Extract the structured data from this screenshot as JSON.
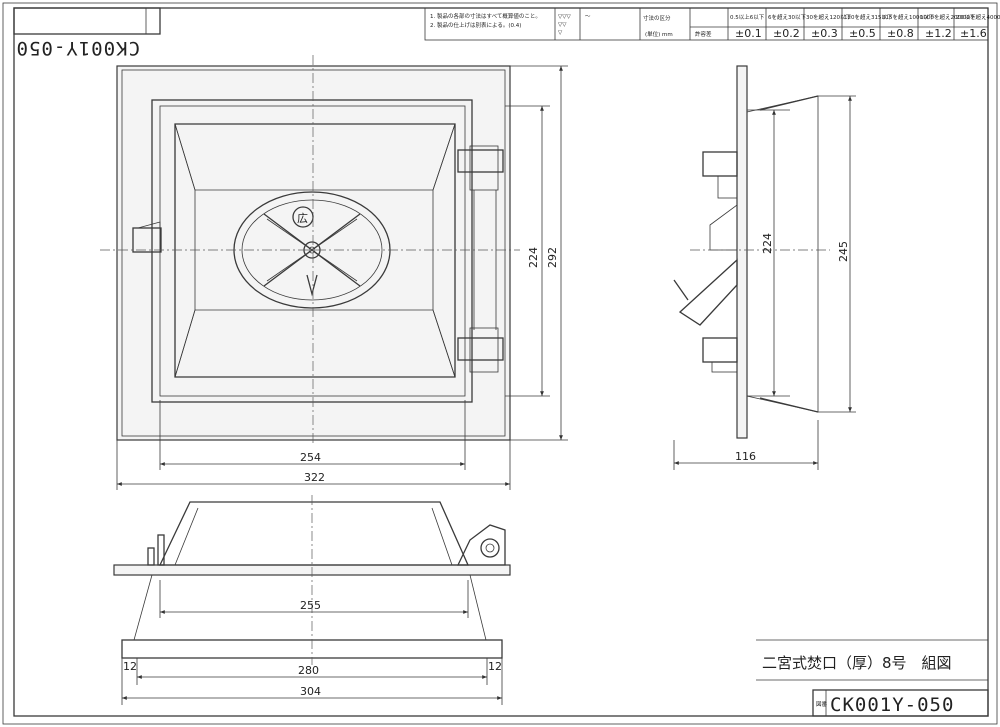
{
  "drawing": {
    "title": "二宮式焚口（厚）8号　組図",
    "code": "CK001Y-050",
    "code_mirrored": "CK001Y-050",
    "label_kanji": "図番"
  },
  "notes": {
    "line1": "1. 製品の各部の寸法はすべて概算値のこと。",
    "line2": "2. 製品の仕上げは別表による。(0.4)"
  },
  "tolerance": {
    "header": "寸法の区分",
    "label": "許容差",
    "unit_label": "(単位) mm",
    "ranges": [
      "0.5以上6以下",
      "6を超え30以下",
      "30を超え120以下",
      "120を超え315以下",
      "315を超え1000以下",
      "1000を超え2000以下",
      "2000を超え4000以下"
    ],
    "values": [
      "±0.1",
      "±0.2",
      "±0.3",
      "±0.5",
      "±0.8",
      "±1.2",
      "±1.6"
    ]
  },
  "finish_symbols": [
    "▽▽▽",
    "▽▽",
    "▽",
    "～"
  ],
  "dimensions": {
    "front_width_inner": "254",
    "front_width_outer": "322",
    "front_height_inner": "224",
    "front_height_outer": "292",
    "side_height_inner": "224",
    "side_height_outer": "245",
    "side_depth": "116",
    "bottom_top_width": "255",
    "bottom_inner_width": "280",
    "bottom_outer_width": "304",
    "bottom_flange_left": "12",
    "bottom_flange_right": "12"
  },
  "emblem_glyph": "広"
}
